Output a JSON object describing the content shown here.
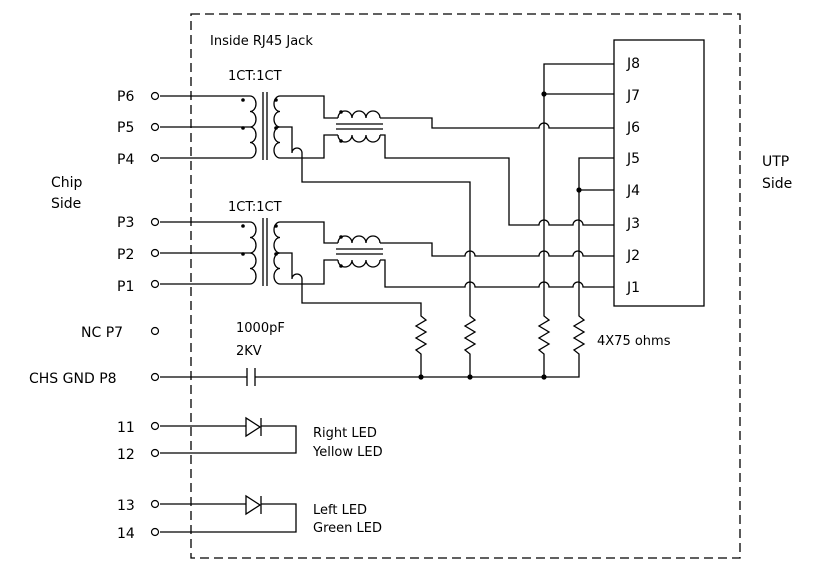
{
  "jack_label": "Inside RJ45 Jack",
  "chip_side": [
    "Chip",
    "Side"
  ],
  "utp_side": [
    "UTP",
    "Side"
  ],
  "transformer_ratio_top": "1CT:1CT",
  "transformer_ratio_bottom": "1CT:1CT",
  "pins_left": {
    "p6": "P6",
    "p5": "P5",
    "p4": "P4",
    "p3": "P3",
    "p2": "P2",
    "p1": "P1",
    "nc_p7": "NC P7",
    "chs_gnd_p8": "CHS GND P8",
    "led11": "11",
    "led12": "12",
    "led13": "13",
    "led14": "14"
  },
  "pins_right": {
    "j8": "J8",
    "j7": "J7",
    "j6": "J6",
    "j5": "J5",
    "j4": "J4",
    "j3": "J3",
    "j2": "J2",
    "j1": "J1"
  },
  "capacitor_value": "1000pF",
  "capacitor_voltage": "2KV",
  "resistors_label": "4X75 ohms",
  "led_right": [
    "Right LED",
    "Yellow LED"
  ],
  "led_left": [
    "Left LED",
    "Green LED"
  ]
}
